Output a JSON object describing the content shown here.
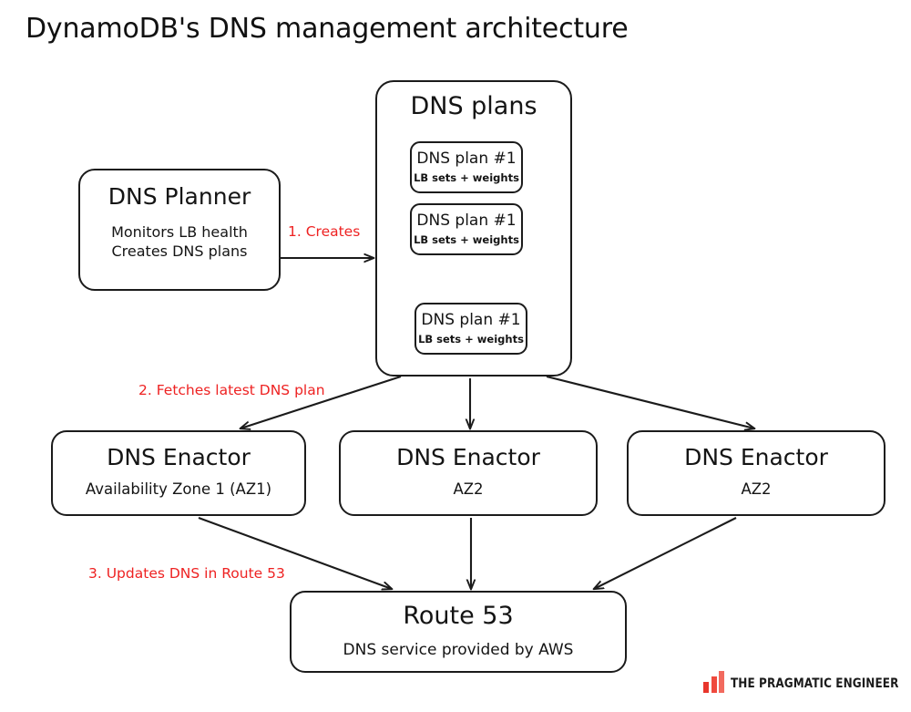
{
  "page": {
    "title": "DynamoDB's DNS management architecture"
  },
  "nodes": {
    "dns_planner": {
      "title": "DNS Planner",
      "sub_line1": "Monitors LB health",
      "sub_line2": "Creates DNS plans"
    },
    "dns_plans": {
      "title": "DNS plans",
      "plans": [
        {
          "title": "DNS plan #1",
          "sub": "LB sets + weights"
        },
        {
          "title": "DNS plan #1",
          "sub": "LB sets + weights"
        },
        {
          "title": "DNS plan #1",
          "sub": "LB sets + weights"
        }
      ]
    },
    "enactors": [
      {
        "title": "DNS Enactor",
        "sub": "Availability Zone 1 (AZ1)"
      },
      {
        "title": "DNS Enactor",
        "sub": "AZ2"
      },
      {
        "title": "DNS Enactor",
        "sub": "AZ2"
      }
    ],
    "route53": {
      "title": "Route 53",
      "sub": "DNS service provided by AWS"
    }
  },
  "steps": [
    {
      "label": "1. Creates"
    },
    {
      "label": "2. Fetches latest DNS plan"
    },
    {
      "label": "3. Updates DNS in Route 53"
    }
  ],
  "logo": {
    "text": "THE PRAGMATIC ENGINEER",
    "bar_colors": [
      "#e8362c",
      "#ef4a3e",
      "#f26a5e"
    ]
  },
  "colors": {
    "accent_red": "#ee2222",
    "stroke": "#1b1b1b",
    "background": "#ffffff"
  }
}
